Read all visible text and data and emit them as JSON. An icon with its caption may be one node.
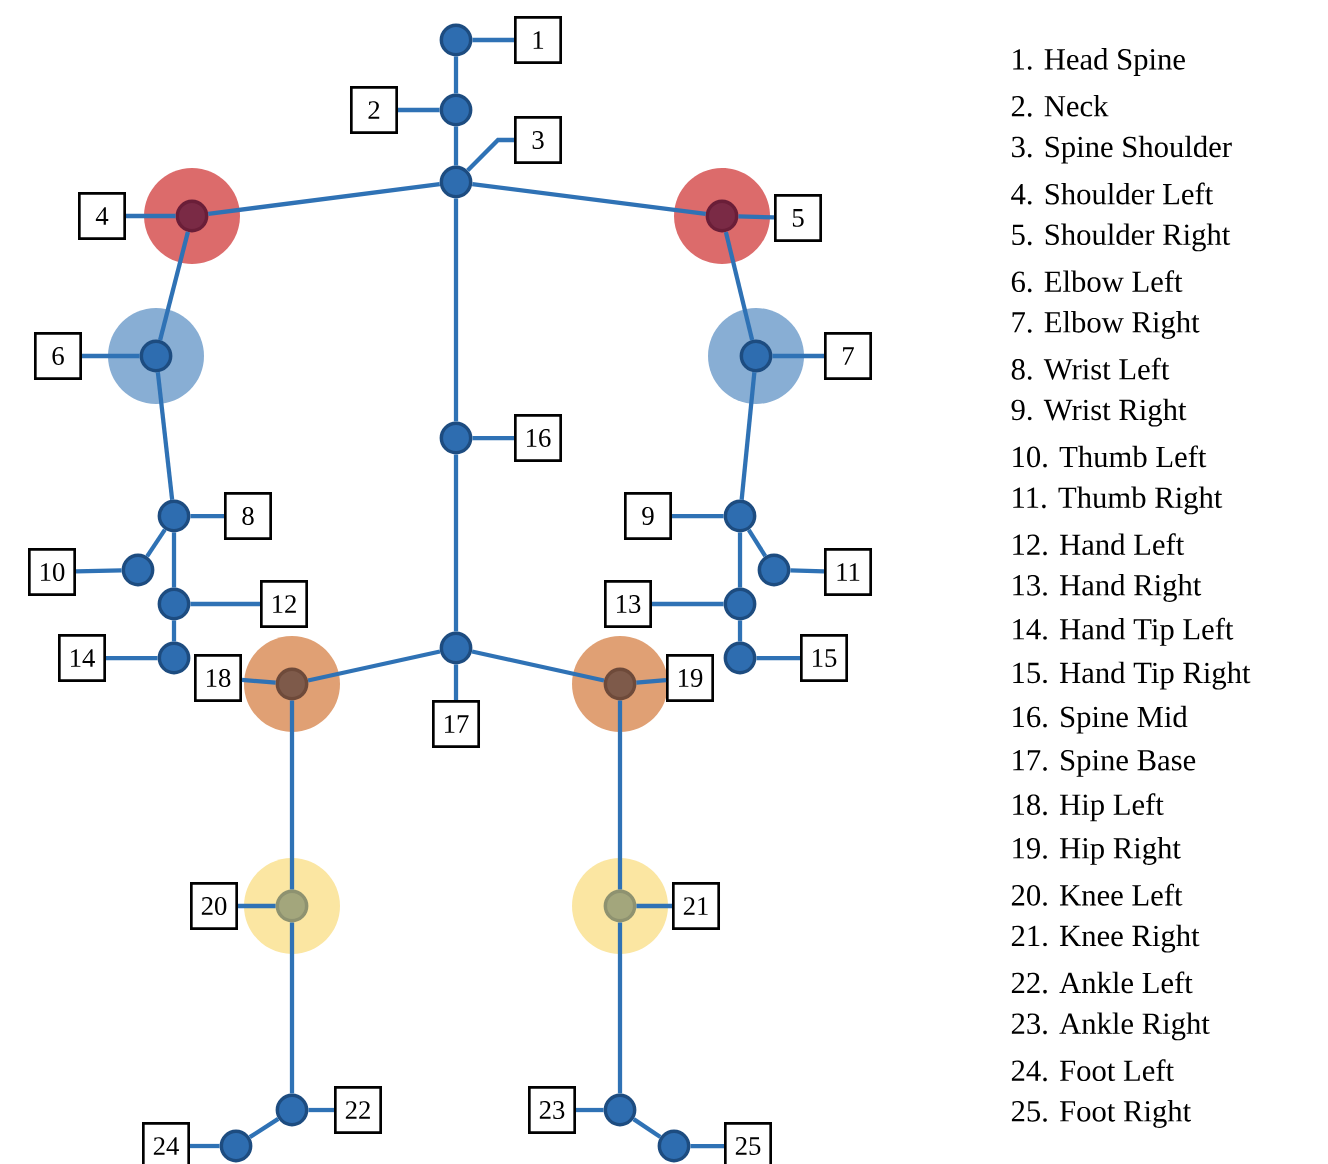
{
  "diagram": {
    "nodes": [
      {
        "text": [],
        "shape": "circle"
      },
      {
        "text": [],
        "shape": "circle"
      },
      {
        "text": [],
        "shape": "circle"
      },
      {
        "text": [],
        "shape": "circle"
      },
      {
        "text": [],
        "shape": "circle"
      },
      {
        "text": [],
        "shape": "circle"
      },
      {
        "text": [],
        "shape": "circle"
      },
      {
        "text": [],
        "shape": "circle"
      },
      {
        "text": [],
        "shape": "circle"
      },
      {
        "text": [],
        "shape": "circle"
      },
      {
        "text": [],
        "shape": "circle"
      },
      {
        "text": [],
        "shape": "circle"
      },
      {
        "text": [],
        "shape": "circle"
      },
      {
        "text": [],
        "shape": "circle"
      },
      {
        "text": [],
        "shape": "circle"
      },
      {
        "text": [],
        "shape": "circle"
      },
      {
        "text": [],
        "shape": "circle"
      },
      {
        "text": [],
        "shape": "circle"
      },
      {
        "text": [],
        "shape": "circle"
      },
      {
        "text": [],
        "shape": "circle"
      },
      {
        "text": [],
        "shape": "circle"
      },
      {
        "text": [],
        "shape": "circle"
      },
      {
        "text": [],
        "shape": "circle"
      },
      {
        "text": [],
        "shape": "circle"
      },
      {
        "text": [],
        "shape": "circle"
      },
      {
        "text": [
          "1"
        ]
      },
      {
        "text": [
          "2"
        ]
      },
      {
        "text": [
          "3"
        ]
      },
      {
        "text": [
          "4"
        ]
      },
      {
        "text": [
          "5"
        ]
      },
      {
        "text": [
          "6"
        ]
      },
      {
        "text": [
          "7"
        ]
      },
      {
        "text": [
          "8"
        ]
      },
      {
        "text": [
          "9"
        ]
      },
      {
        "text": [
          "10"
        ]
      },
      {
        "text": [
          "11"
        ]
      },
      {
        "text": [
          "12"
        ]
      },
      {
        "text": [
          "13"
        ]
      },
      {
        "text": [
          "14"
        ]
      },
      {
        "text": [
          "15"
        ]
      },
      {
        "text": [
          "16"
        ]
      },
      {
        "text": [
          "17"
        ]
      },
      {
        "text": [
          "18"
        ]
      },
      {
        "text": [
          "19"
        ]
      },
      {
        "text": [
          "20"
        ]
      },
      {
        "text": [
          "21"
        ]
      },
      {
        "text": [
          "22"
        ]
      },
      {
        "text": [
          "23"
        ]
      },
      {
        "text": [
          "24"
        ]
      },
      {
        "text": [
          "25"
        ]
      }
    ],
    "edges": [
      {
        "from": 0,
        "to": 1,
        "arrow": "none"
      },
      {
        "from": 1,
        "to": 2,
        "arrow": "none"
      },
      {
        "from": 2,
        "to": 3,
        "arrow": "none"
      },
      {
        "from": 2,
        "to": 4,
        "arrow": "none"
      },
      {
        "from": 2,
        "to": 15,
        "arrow": "none"
      },
      {
        "from": 15,
        "to": 16,
        "arrow": "none"
      },
      {
        "from": 3,
        "to": 5,
        "arrow": "none"
      },
      {
        "from": 4,
        "to": 6,
        "arrow": "none"
      },
      {
        "from": 5,
        "to": 7,
        "arrow": "none"
      },
      {
        "from": 6,
        "to": 8,
        "arrow": "none"
      },
      {
        "from": 7,
        "to": 9,
        "arrow": "none"
      },
      {
        "from": 7,
        "to": 11,
        "arrow": "none"
      },
      {
        "from": 8,
        "to": 10,
        "arrow": "none"
      },
      {
        "from": 8,
        "to": 12,
        "arrow": "none"
      },
      {
        "from": 11,
        "to": 13,
        "arrow": "none"
      },
      {
        "from": 12,
        "to": 14,
        "arrow": "none"
      },
      {
        "from": 16,
        "to": 17,
        "arrow": "none"
      },
      {
        "from": 16,
        "to": 18,
        "arrow": "none"
      },
      {
        "from": 17,
        "to": 19,
        "arrow": "none"
      },
      {
        "from": 18,
        "to": 20,
        "arrow": "none"
      },
      {
        "from": 19,
        "to": 21,
        "arrow": "none"
      },
      {
        "from": 20,
        "to": 22,
        "arrow": "none"
      },
      {
        "from": 21,
        "to": 23,
        "arrow": "none"
      },
      {
        "from": 22,
        "to": 24,
        "arrow": "none"
      },
      {
        "from": 25,
        "to": 0,
        "arrow": "none"
      },
      {
        "from": 26,
        "to": 1,
        "arrow": "none"
      },
      {
        "from": 27,
        "to": 2,
        "arrow": "none"
      },
      {
        "from": 28,
        "to": 3,
        "arrow": "none"
      },
      {
        "from": 29,
        "to": 4,
        "arrow": "none"
      },
      {
        "from": 30,
        "to": 5,
        "arrow": "none"
      },
      {
        "from": 31,
        "to": 6,
        "arrow": "none"
      },
      {
        "from": 32,
        "to": 7,
        "arrow": "none"
      },
      {
        "from": 33,
        "to": 8,
        "arrow": "none"
      },
      {
        "from": 34,
        "to": 9,
        "arrow": "none"
      },
      {
        "from": 35,
        "to": 10,
        "arrow": "none"
      },
      {
        "from": 36,
        "to": 11,
        "arrow": "none"
      },
      {
        "from": 37,
        "to": 12,
        "arrow": "none"
      },
      {
        "from": 38,
        "to": 13,
        "arrow": "none"
      },
      {
        "from": 39,
        "to": 14,
        "arrow": "none"
      },
      {
        "from": 40,
        "to": 15,
        "arrow": "none"
      },
      {
        "from": 41,
        "to": 16,
        "arrow": "none"
      },
      {
        "from": 42,
        "to": 17,
        "arrow": "none"
      },
      {
        "from": 43,
        "to": 18,
        "arrow": "none"
      },
      {
        "from": 44,
        "to": 19,
        "arrow": "none"
      },
      {
        "from": 45,
        "to": 20,
        "arrow": "none"
      },
      {
        "from": 46,
        "to": 21,
        "arrow": "none"
      },
      {
        "from": 47,
        "to": 22,
        "arrow": "none"
      },
      {
        "from": 48,
        "to": 23,
        "arrow": "none"
      },
      {
        "from": 49,
        "to": 24,
        "arrow": "none"
      }
    ],
    "labels": [
      "1. Head Spine",
      "2. Neck",
      "3. Spine Shoulder",
      "4. Shoulder Left",
      "5. Shoulder Right",
      "6. Elbow Left",
      "7. Elbow Right",
      "8. Wrist Left",
      "9. Wrist Right",
      "10. Thumb Left",
      "11. Thumb Right",
      "12. Hand Left",
      "13. Hand Right",
      "14. Hand Tip Left",
      "15. Hand Tip Right",
      "16. Spine Mid",
      "17. Spine Base",
      "18. Hip Left",
      "19. Hip Right",
      "20. Knee Left",
      "21. Knee Right",
      "22. Ankle Left",
      "23. Ankle Right",
      "24. Foot Left",
      "25. Foot Right"
    ]
  }
}
